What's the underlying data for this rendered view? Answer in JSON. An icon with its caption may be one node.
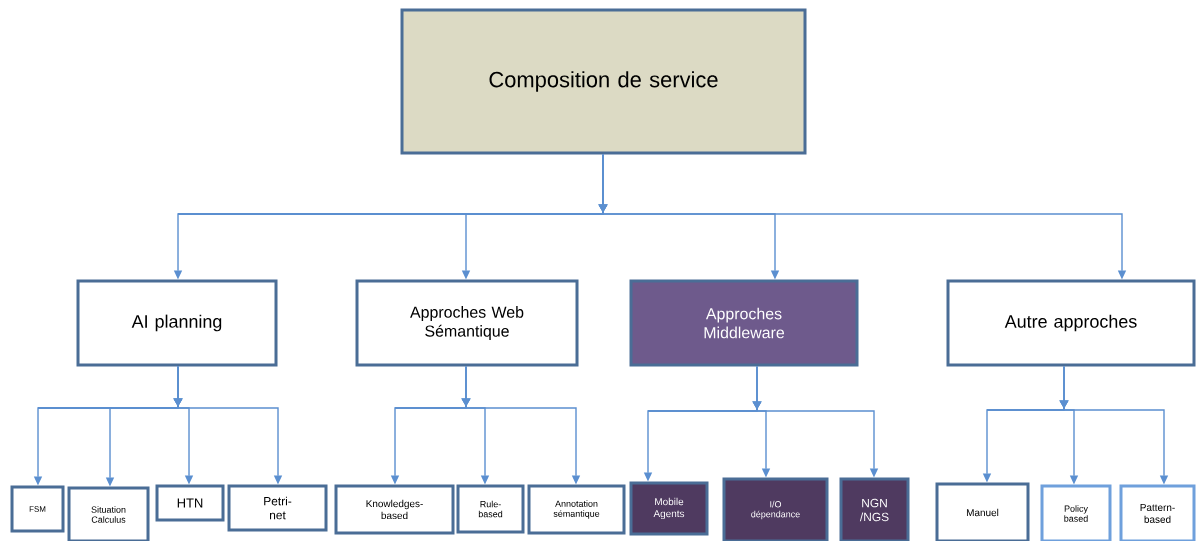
{
  "diagram": {
    "nodes": [
      {
        "text": [
          "Composition de service"
        ]
      },
      {
        "text": [
          "AI planning"
        ]
      },
      {
        "text": [
          "Approches Web Sémantique"
        ]
      },
      {
        "text": [
          "Approches Middleware"
        ]
      },
      {
        "text": [
          "Autre approches"
        ]
      },
      {
        "text": [
          "FSM"
        ]
      },
      {
        "text": [
          "Situation Calculus"
        ]
      },
      {
        "text": [
          "HTN"
        ]
      },
      {
        "text": [
          "Petri-net"
        ]
      },
      {
        "text": [
          "Knowledges-based"
        ]
      },
      {
        "text": [
          "Rule-based"
        ]
      },
      {
        "text": [
          "Annotation sémantique"
        ]
      },
      {
        "text": [
          "Mobile Agents"
        ]
      },
      {
        "text": [
          "I/O dépendance"
        ]
      },
      {
        "text": [
          "NGN /NGS"
        ]
      },
      {
        "text": [
          "Manuel"
        ]
      },
      {
        "text": [
          "Policy based"
        ]
      },
      {
        "text": [
          "Pattern-based"
        ]
      }
    ],
    "edges": [
      {
        "from": 0,
        "to": 1,
        "arrow": "to"
      },
      {
        "from": 0,
        "to": 2,
        "arrow": "to"
      },
      {
        "from": 0,
        "to": 3,
        "arrow": "to"
      },
      {
        "from": 0,
        "to": 4,
        "arrow": "to"
      },
      {
        "from": 1,
        "to": 5,
        "arrow": "to"
      },
      {
        "from": 1,
        "to": 6,
        "arrow": "to"
      },
      {
        "from": 1,
        "to": 7,
        "arrow": "to"
      },
      {
        "from": 1,
        "to": 8,
        "arrow": "to"
      },
      {
        "from": 2,
        "to": 9,
        "arrow": "to"
      },
      {
        "from": 2,
        "to": 10,
        "arrow": "to"
      },
      {
        "from": 2,
        "to": 11,
        "arrow": "to"
      },
      {
        "from": 3,
        "to": 12,
        "arrow": "to"
      },
      {
        "from": 3,
        "to": 13,
        "arrow": "to"
      },
      {
        "from": 3,
        "to": 14,
        "arrow": "to"
      },
      {
        "from": 4,
        "to": 15,
        "arrow": "to"
      },
      {
        "from": 4,
        "to": 16,
        "arrow": "to"
      },
      {
        "from": 4,
        "to": 17,
        "arrow": "to"
      }
    ]
  }
}
